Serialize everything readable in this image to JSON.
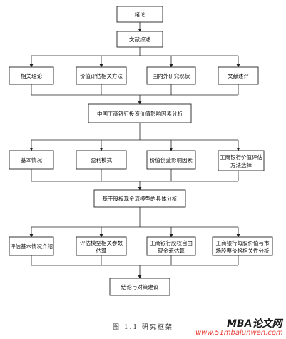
{
  "nodes": {
    "intro": "绪论",
    "review": "文献综述",
    "theory": "相关理论",
    "valuation_methods": "价值评估相关方法",
    "research_status": "国内外研究现状",
    "literature_comment": "文献述评",
    "factor_analysis": "中国工商银行投资价值影响因素分析",
    "basic_info": "基本情况",
    "profit_model": "盈利模式",
    "value_factors": "价值创造影响因素",
    "method_selection_1": "工商银行价值评估",
    "method_selection_2": "方法选择",
    "fcfe_analysis": "基于股权现金流模型的具体分析",
    "assess_basic": "评估基本情况介绍",
    "param_est_1": "评估模型相关参数",
    "param_est_2": "估算",
    "fcfe_est_1": "工商银行股权自由",
    "fcfe_est_2": "现金流估算",
    "price_analysis_1": "工商银行每股价值与市",
    "price_analysis_2": "场股票价格相关性分析",
    "conclusion": "结论与对策建议"
  },
  "caption": "图 1.1   研究框架",
  "watermark": {
    "logo": "MBA论文网",
    "url": "www.51mbalunwen.com"
  }
}
